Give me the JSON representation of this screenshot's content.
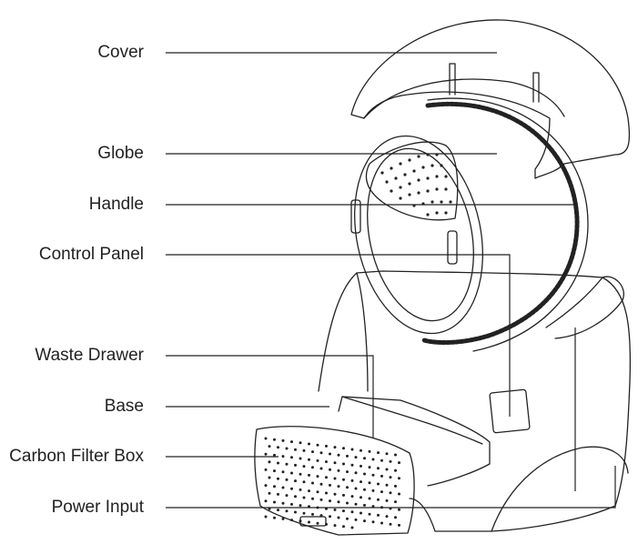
{
  "labels": [
    {
      "text": "Cover"
    },
    {
      "text": "Globe"
    },
    {
      "text": "Handle"
    },
    {
      "text": "Control Panel"
    },
    {
      "text": "Waste Drawer"
    },
    {
      "text": "Base"
    },
    {
      "text": "Carbon Filter Box"
    },
    {
      "text": "Power Input"
    }
  ],
  "colors": {
    "ink": "#222222",
    "background": "#ffffff"
  }
}
